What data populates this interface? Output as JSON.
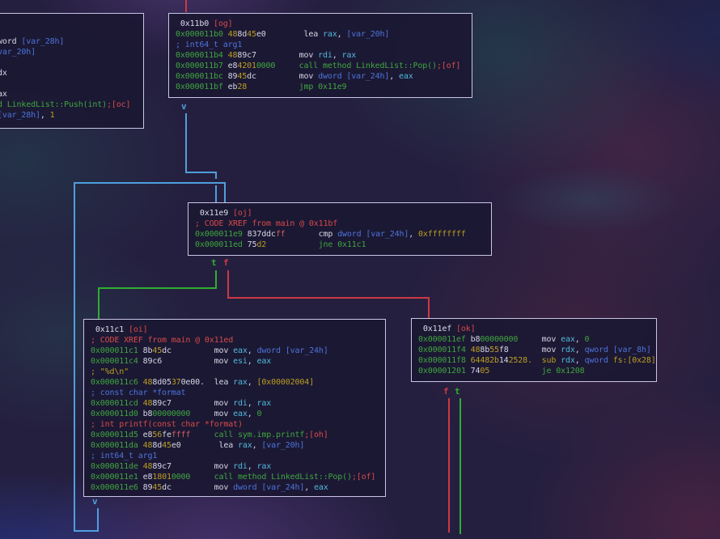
{
  "view": {
    "name": "disassembly graph"
  },
  "colors": {
    "g": "#3fa63f",
    "w": "#d6d6e6",
    "y": "#bb9e22",
    "b": "#4d74dc",
    "c": "#52b9dc",
    "r": "#d84a4a",
    "s": "#d06060",
    "t": "#dcdcee",
    "edge_cyan": "#4f9fdd",
    "edge_green": "#2fae2f",
    "edge_red": "#cc3944",
    "block_border": "#c9c5e6",
    "block_bg": "rgba(27,23,50,0.90)"
  },
  "edge_labels": {
    "arrow_down": "v",
    "true_label": "t",
    "false_label": "f"
  },
  "blocks": {
    "left": {
      "lines": [
        [],
        [],
        [
          [
            "w",
            "word "
          ],
          [
            "b",
            "[var_28h]"
          ]
        ],
        [
          [
            "b",
            "var_20h]"
          ]
        ],
        [],
        [
          [
            "w",
            "dx"
          ]
        ],
        [],
        [
          [
            "w",
            "ax"
          ]
        ],
        [
          [
            "g",
            "d LinkedList::Push(int)"
          ],
          [
            "r",
            ";[oc]"
          ]
        ],
        [
          [
            "b",
            "[var_28h]"
          ],
          [
            "w",
            ", "
          ],
          [
            "y",
            "1"
          ]
        ]
      ]
    },
    "og": {
      "lines": [
        [
          [
            "t",
            " 0x11b0 "
          ],
          [
            "r",
            "[og]"
          ]
        ],
        [
          [
            "g",
            "0x000011b0 "
          ],
          [
            "y",
            "48"
          ],
          [
            "w",
            "8d"
          ],
          [
            "y",
            "45"
          ],
          [
            "w",
            "e0"
          ],
          [
            "w",
            "        "
          ],
          [
            "w",
            "lea "
          ],
          [
            "c",
            "rax"
          ],
          [
            "w",
            ", "
          ],
          [
            "b",
            "[var_20h]"
          ]
        ],
        [
          [
            "b",
            "; int64_t arg1"
          ]
        ],
        [
          [
            "g",
            "0x000011b4 "
          ],
          [
            "y",
            "48"
          ],
          [
            "w",
            "89c7"
          ],
          [
            "w",
            "         "
          ],
          [
            "w",
            "mov "
          ],
          [
            "c",
            "rdi"
          ],
          [
            "w",
            ", "
          ],
          [
            "c",
            "rax"
          ]
        ],
        [
          [
            "g",
            "0x000011b7 "
          ],
          [
            "w",
            "e8"
          ],
          [
            "y",
            "4201"
          ],
          [
            "g",
            "0000"
          ],
          [
            "w",
            "     "
          ],
          [
            "g",
            "call method LinkedList::Pop()"
          ],
          [
            "r",
            ";[of]"
          ]
        ],
        [
          [
            "g",
            "0x000011bc "
          ],
          [
            "w",
            "89"
          ],
          [
            "y",
            "45"
          ],
          [
            "w",
            "dc"
          ],
          [
            "w",
            "         "
          ],
          [
            "w",
            "mov "
          ],
          [
            "b",
            "dword [var_24h]"
          ],
          [
            "w",
            ", "
          ],
          [
            "c",
            "eax"
          ]
        ],
        [
          [
            "g",
            "0x000011bf "
          ],
          [
            "w",
            "eb"
          ],
          [
            "y",
            "28"
          ],
          [
            "w",
            "           "
          ],
          [
            "g",
            "jmp 0x11e9"
          ]
        ]
      ]
    },
    "oj": {
      "lines": [
        [
          [
            "t",
            " 0x11e9 "
          ],
          [
            "r",
            "[oj]"
          ]
        ],
        [
          [
            "r",
            "; CODE XREF from main @ 0x11bf"
          ]
        ],
        [
          [
            "g",
            "0x000011e9 "
          ],
          [
            "w",
            "837ddc"
          ],
          [
            "s",
            "ff"
          ],
          [
            "w",
            "       "
          ],
          [
            "w",
            "cmp "
          ],
          [
            "b",
            "dword [var_24h]"
          ],
          [
            "w",
            ", "
          ],
          [
            "y",
            "0xffffffff"
          ]
        ],
        [
          [
            "g",
            "0x000011ed "
          ],
          [
            "w",
            "75"
          ],
          [
            "y",
            "d2"
          ],
          [
            "w",
            "           "
          ],
          [
            "g",
            "jne 0x11c1"
          ]
        ]
      ]
    },
    "oi": {
      "lines": [
        [
          [
            "t",
            " 0x11c1 "
          ],
          [
            "r",
            "[oi]"
          ]
        ],
        [
          [
            "r",
            "; CODE XREF from main @ 0x11ed"
          ]
        ],
        [
          [
            "g",
            "0x000011c1 "
          ],
          [
            "w",
            "8b"
          ],
          [
            "y",
            "45"
          ],
          [
            "w",
            "dc"
          ],
          [
            "w",
            "         "
          ],
          [
            "w",
            "mov "
          ],
          [
            "c",
            "eax"
          ],
          [
            "w",
            ", "
          ],
          [
            "b",
            "dword [var_24h]"
          ]
        ],
        [
          [
            "g",
            "0x000011c4 "
          ],
          [
            "w",
            "89c6"
          ],
          [
            "w",
            "           "
          ],
          [
            "w",
            "mov "
          ],
          [
            "c",
            "esi"
          ],
          [
            "w",
            ", "
          ],
          [
            "c",
            "eax"
          ]
        ],
        [
          [
            "y",
            "; \"%d\\n\""
          ]
        ],
        [
          [
            "g",
            "0x000011c6 "
          ],
          [
            "y",
            "48"
          ],
          [
            "w",
            "8d05"
          ],
          [
            "y",
            "37"
          ],
          [
            "w",
            "0e00."
          ],
          [
            "w",
            "  "
          ],
          [
            "w",
            "lea "
          ],
          [
            "c",
            "rax"
          ],
          [
            "w",
            ", "
          ],
          [
            "y",
            "[0x00002004]"
          ]
        ],
        [
          [
            "b",
            "; const char *format"
          ]
        ],
        [
          [
            "g",
            "0x000011cd "
          ],
          [
            "y",
            "48"
          ],
          [
            "w",
            "89c7"
          ],
          [
            "w",
            "         "
          ],
          [
            "w",
            "mov "
          ],
          [
            "c",
            "rdi"
          ],
          [
            "w",
            ", "
          ],
          [
            "c",
            "rax"
          ]
        ],
        [
          [
            "g",
            "0x000011d0 "
          ],
          [
            "w",
            "b8"
          ],
          [
            "g",
            "00000000"
          ],
          [
            "w",
            "     "
          ],
          [
            "w",
            "mov "
          ],
          [
            "c",
            "eax"
          ],
          [
            "w",
            ", "
          ],
          [
            "g",
            "0"
          ]
        ],
        [
          [
            "r",
            "; int printf(const char *format)"
          ]
        ],
        [
          [
            "g",
            "0x000011d5 "
          ],
          [
            "w",
            "e8"
          ],
          [
            "y",
            "56"
          ],
          [
            "w",
            "fe"
          ],
          [
            "s",
            "ffff"
          ],
          [
            "w",
            "     "
          ],
          [
            "g",
            "call sym.imp.printf"
          ],
          [
            "r",
            ";[oh]"
          ]
        ],
        [
          [
            "g",
            "0x000011da "
          ],
          [
            "y",
            "48"
          ],
          [
            "w",
            "8d"
          ],
          [
            "y",
            "45"
          ],
          [
            "w",
            "e0"
          ],
          [
            "w",
            "        "
          ],
          [
            "w",
            "lea "
          ],
          [
            "c",
            "rax"
          ],
          [
            "w",
            ", "
          ],
          [
            "b",
            "[var_20h]"
          ]
        ],
        [
          [
            "b",
            "; int64_t arg1"
          ]
        ],
        [
          [
            "g",
            "0x000011de "
          ],
          [
            "y",
            "48"
          ],
          [
            "w",
            "89c7"
          ],
          [
            "w",
            "         "
          ],
          [
            "w",
            "mov "
          ],
          [
            "c",
            "rdi"
          ],
          [
            "w",
            ", "
          ],
          [
            "c",
            "rax"
          ]
        ],
        [
          [
            "g",
            "0x000011e1 "
          ],
          [
            "w",
            "e8"
          ],
          [
            "y",
            "1801"
          ],
          [
            "g",
            "0000"
          ],
          [
            "w",
            "     "
          ],
          [
            "g",
            "call method LinkedList::Pop()"
          ],
          [
            "r",
            ";[of]"
          ]
        ],
        [
          [
            "g",
            "0x000011e6 "
          ],
          [
            "w",
            "89"
          ],
          [
            "y",
            "45"
          ],
          [
            "w",
            "dc"
          ],
          [
            "w",
            "         "
          ],
          [
            "w",
            "mov "
          ],
          [
            "b",
            "dword [var_24h]"
          ],
          [
            "w",
            ", "
          ],
          [
            "c",
            "eax"
          ]
        ]
      ]
    },
    "ok": {
      "lines": [
        [
          [
            "t",
            " 0x11ef "
          ],
          [
            "r",
            "[ok]"
          ]
        ],
        [
          [
            "g",
            "0x000011ef "
          ],
          [
            "w",
            "b8"
          ],
          [
            "g",
            "00000000"
          ],
          [
            "w",
            "     "
          ],
          [
            "w",
            "mov "
          ],
          [
            "c",
            "eax"
          ],
          [
            "w",
            ", "
          ],
          [
            "g",
            "0"
          ]
        ],
        [
          [
            "g",
            "0x000011f4 "
          ],
          [
            "y",
            "48"
          ],
          [
            "w",
            "8b"
          ],
          [
            "y",
            "55"
          ],
          [
            "w",
            "f8"
          ],
          [
            "w",
            "       "
          ],
          [
            "w",
            "mov "
          ],
          [
            "c",
            "rdx"
          ],
          [
            "w",
            ", "
          ],
          [
            "b",
            "qword [var_8h]"
          ]
        ],
        [
          [
            "g",
            "0x000011f8 "
          ],
          [
            "y",
            "64482b"
          ],
          [
            "w",
            "14"
          ],
          [
            "y",
            "2528."
          ],
          [
            "w",
            "  "
          ],
          [
            "y",
            "sub "
          ],
          [
            "c",
            "rdx"
          ],
          [
            "w",
            ", "
          ],
          [
            "b",
            "qword "
          ],
          [
            "y",
            "fs:[0x28]"
          ]
        ],
        [
          [
            "g",
            "0x00001201 "
          ],
          [
            "w",
            "74"
          ],
          [
            "y",
            "05"
          ],
          [
            "w",
            "           "
          ],
          [
            "g",
            "je 0x1208"
          ]
        ]
      ]
    }
  }
}
